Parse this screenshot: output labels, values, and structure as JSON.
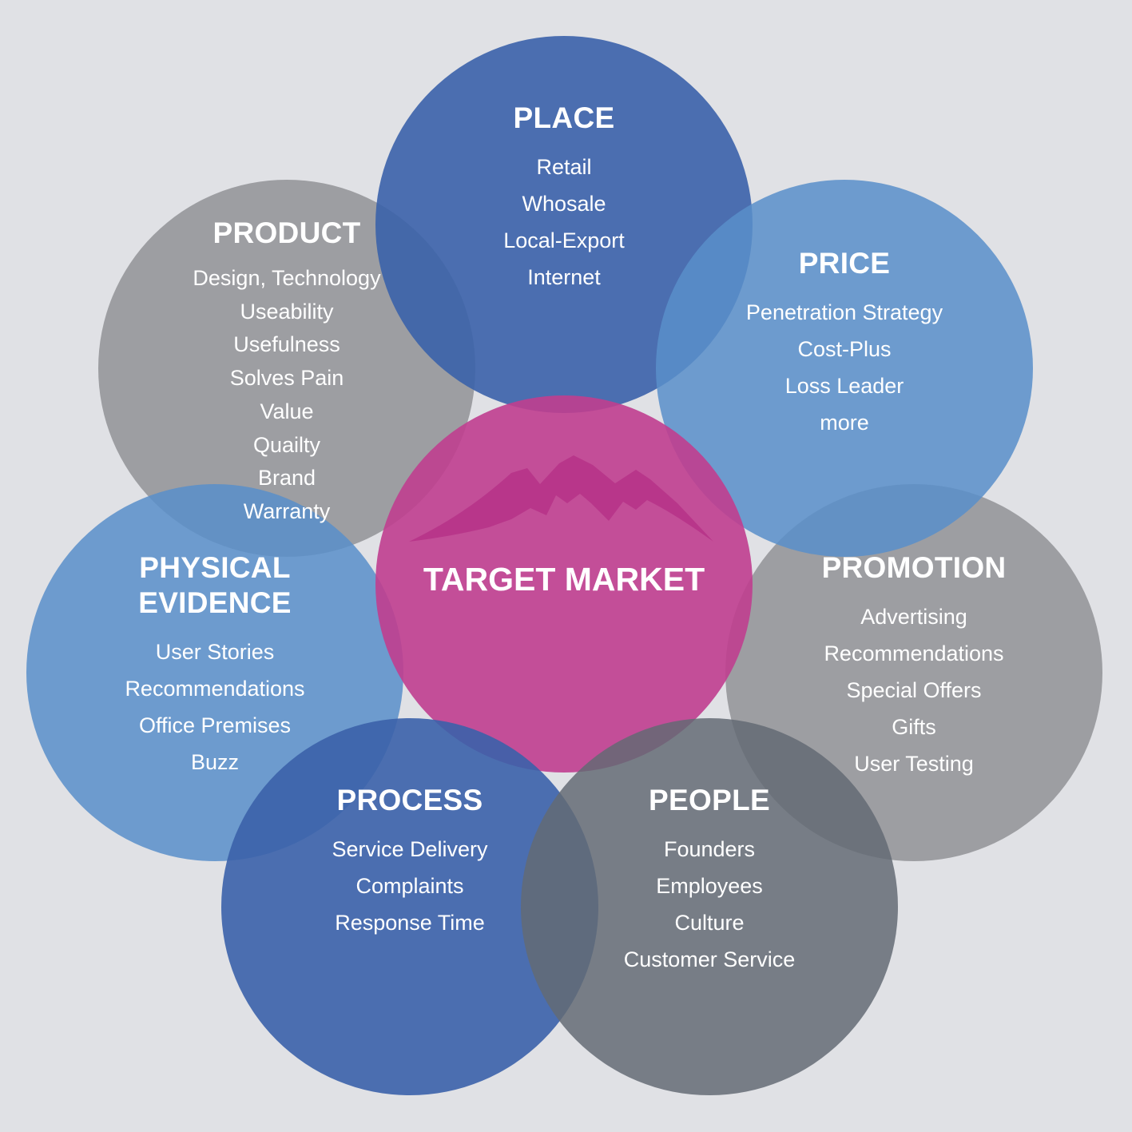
{
  "colors": {
    "background": "#e0e1e5",
    "gray": "#8e8f92",
    "dark_gray": "#636a74",
    "mid_blue": "#5a8fca",
    "royal_blue": "#3b62aa",
    "magenta": "#c03e8f",
    "logo": "#b8368a"
  },
  "center": {
    "title": "TARGET MARKET",
    "logo": "mountain-logo"
  },
  "place": {
    "title": "PLACE",
    "items": [
      "Retail",
      "Whosale",
      "Local-Export",
      "Internet"
    ]
  },
  "product": {
    "title": "PRODUCT",
    "items": [
      "Design, Technology",
      "Useability",
      "Usefulness",
      "Solves Pain",
      "Value",
      "Quailty",
      "Brand",
      "Warranty"
    ]
  },
  "price": {
    "title": "PRICE",
    "items": [
      "Penetration Strategy",
      "Cost-Plus",
      "Loss Leader",
      "more"
    ]
  },
  "physical_evidence": {
    "title_line1": "PHYSICAL",
    "title_line2": "EVIDENCE",
    "items": [
      "User Stories",
      "Recommendations",
      "Office Premises",
      "Buzz"
    ]
  },
  "promotion": {
    "title": "PROMOTION",
    "items": [
      "Advertising",
      "Recommendations",
      "Special Offers",
      "Gifts",
      "User Testing"
    ]
  },
  "process": {
    "title": "PROCESS",
    "items": [
      "Service Delivery",
      "Complaints",
      "Response Time"
    ]
  },
  "people": {
    "title": "PEOPLE",
    "items": [
      "Founders",
      "Employees",
      "Culture",
      "Customer Service"
    ]
  }
}
